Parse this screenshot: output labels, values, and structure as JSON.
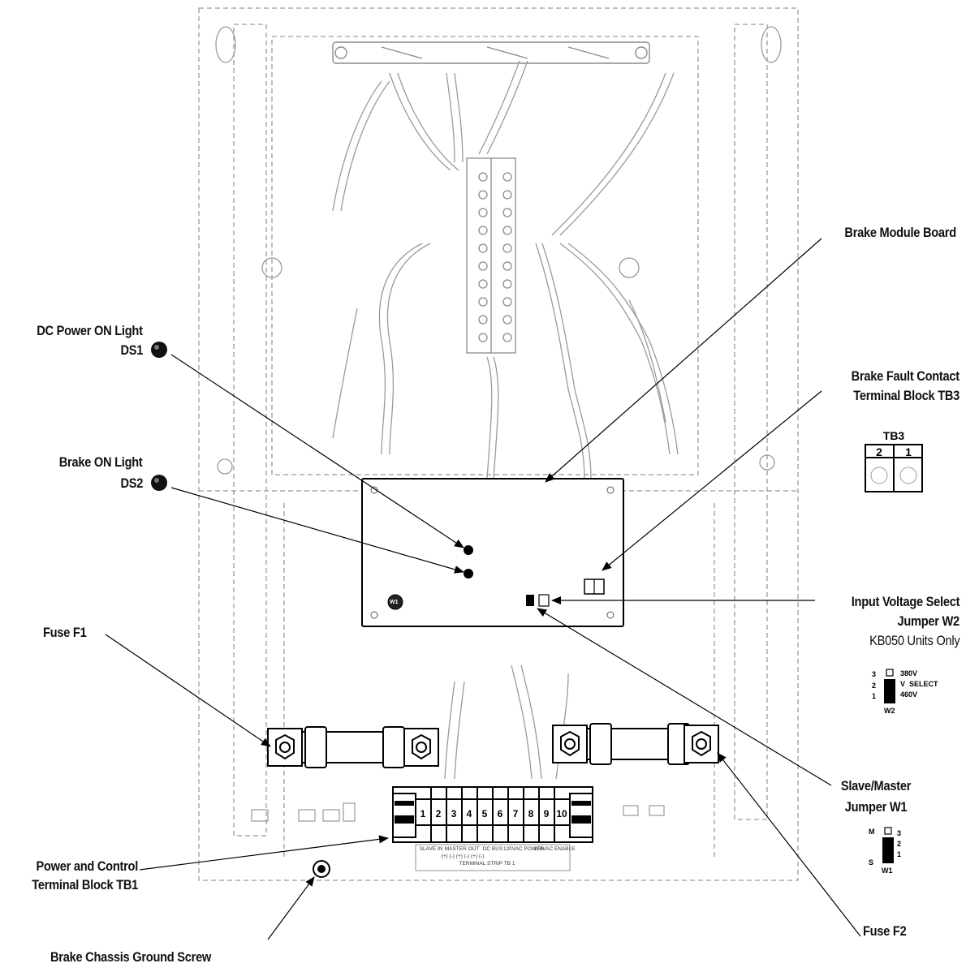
{
  "labels": {
    "brake_module_board": "Brake Module Board",
    "dc_power_line1": "DC Power ON Light",
    "dc_power_line2": "DS1",
    "brake_fault_line1": "Brake Fault Contact",
    "brake_fault_line2": "Terminal Block TB3",
    "brake_on_line1": "Brake ON Light",
    "brake_on_line2": "DS2",
    "input_voltage_line1": "Input Voltage Select",
    "input_voltage_line2": "Jumper W2",
    "input_voltage_line3": "KB050 Units Only",
    "fuse_f1": "Fuse F1",
    "slave_master_line1": "Slave/Master",
    "slave_master_line2": "Jumper W1",
    "power_control_line1": "Power and Control",
    "power_control_line2": "Terminal Block TB1",
    "fuse_f2": "Fuse F2",
    "ground_screw": "Brake Chassis Ground Screw"
  },
  "tb3_detail": {
    "title": "TB3",
    "terminal_left": "2",
    "terminal_right": "1"
  },
  "w2_detail": {
    "pin3": "3",
    "pin2": "2",
    "pin1": "1",
    "label_380": "380V",
    "label_vselect": "V  SELECT",
    "label_460": "460V",
    "name": "W2"
  },
  "w1_detail": {
    "label_m": "M",
    "label_s": "S",
    "pin3": "3",
    "pin2": "2",
    "pin1": "1",
    "name": "W1"
  },
  "terminal_strip": {
    "numbers": [
      "1",
      "2",
      "3",
      "4",
      "5",
      "6",
      "7",
      "8",
      "9",
      "10"
    ],
    "group_labels": [
      "SLAVE IN",
      "MASTER OUT",
      "DC BUS",
      "120VAC POWER",
      "120VAC ENABLE"
    ],
    "polarity_row": "(+)  (-)   (+)  (-)   (+)  (-)",
    "caption": "TERMINAL STRIP TB 1"
  },
  "board": {
    "corner_mark": "W1"
  }
}
